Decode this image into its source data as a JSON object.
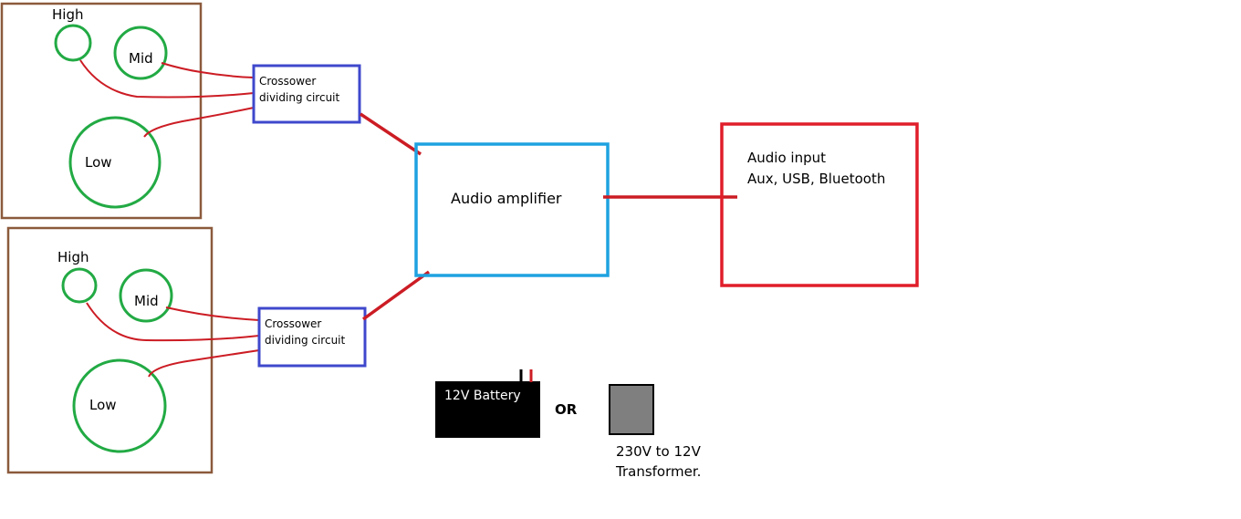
{
  "speaker_1": {
    "high": "High",
    "mid": "Mid",
    "low": "Low"
  },
  "speaker_2": {
    "high": "High",
    "mid": "Mid",
    "low": "Low"
  },
  "crossover_1": {
    "line1": "Crossower",
    "line2": "dividing circuit"
  },
  "crossover_2": {
    "line1": "Crossower",
    "line2": "dividing circuit"
  },
  "amplifier": {
    "label": "Audio amplifier"
  },
  "audio_input": {
    "line1": "Audio input",
    "line2": "Aux, USB, Bluetooth"
  },
  "power": {
    "battery": "12V Battery",
    "or": "OR",
    "transformer_line1": "230V to 12V",
    "transformer_line2": "Transformer."
  },
  "colors": {
    "speaker_box": "#8b5a3c",
    "driver": "#22aa44",
    "wire": "#cc1c24",
    "crossover": "#3f48cc",
    "amplifier": "#1ea2e0",
    "audio_input": "#e01e2a",
    "battery": "#000000",
    "transformer": "#7f7f7f"
  }
}
